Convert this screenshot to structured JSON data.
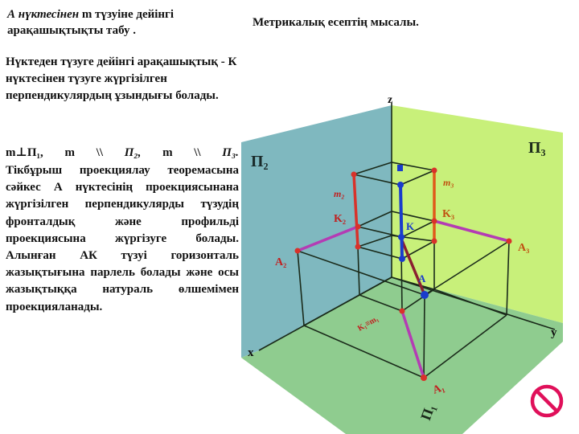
{
  "left": {
    "title_italic": "А нүктесінен",
    "title_rest": " m түзуіне дейінгі арақашықтықты табу .",
    "definition": "Нүктеден түзуге дейінгі арақашықтық - К нүктесінен түзуге жүргізілген перпендикулярдың ұзындығы болады.",
    "relations": [
      "m⊥П₁,",
      "m",
      "\\\\",
      "П₂,",
      "m",
      "\\\\",
      "П₃."
    ],
    "body": "Тікбұрыш проекциялау теоремасына сәйкес А нүктесінің проекциясынана жүргізілген перпендикулярды түзудің фронталдық және профильді проекциясына жүргізуге болады. Алынған АК түзуі горизонталь жазықтығына парлель болады және осы жазықтыққа натураль өлшемімен проекцияланады."
  },
  "heading": "Метрикалық есептің мысалы.",
  "diagram": {
    "labels": {
      "p2": "П₂",
      "p3": "П₃",
      "p1": "П₁",
      "z": "z",
      "x": "x",
      "y": "y",
      "m2": "m₂",
      "m3": "m₃",
      "k2": "K₂",
      "k3": "K₃",
      "a2": "A₂",
      "a3": "A₃",
      "k": "K",
      "a": "A",
      "k1": "K₁≡m₁",
      "a1": "A₁"
    },
    "colors": {
      "frontal_plane": "#7fb8bf",
      "profile_plane": "#c8f07a",
      "horizontal_plane": "#8fcc8f",
      "projection_red": "#d8322a",
      "perpendicular_magenta": "#b43cb4",
      "line_blue": "#1a3ccc",
      "stop_icon": "#e0105a"
    },
    "stop_icon": "no-entry-icon"
  }
}
